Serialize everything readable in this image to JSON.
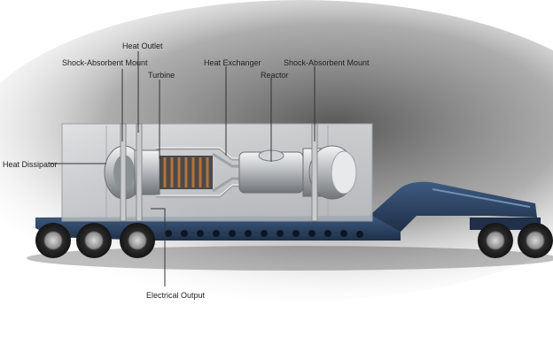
{
  "labels": {
    "shock_mount_left": "Shock-Absorbent Mount",
    "heat_outlet": "Heat Outlet",
    "turbine": "Turbine",
    "heat_exchanger": "Heat Exchanger",
    "reactor": "Reactor",
    "shock_mount_right": "Shock-Absorbent Mount",
    "heat_dissipator": "Heat Dissipator",
    "electrical_output": "Electrical Output"
  },
  "colors": {
    "trailer": "#2f4766",
    "container": "#cfd2d5",
    "copper": "#b5733a",
    "leader_line": "#333333"
  }
}
